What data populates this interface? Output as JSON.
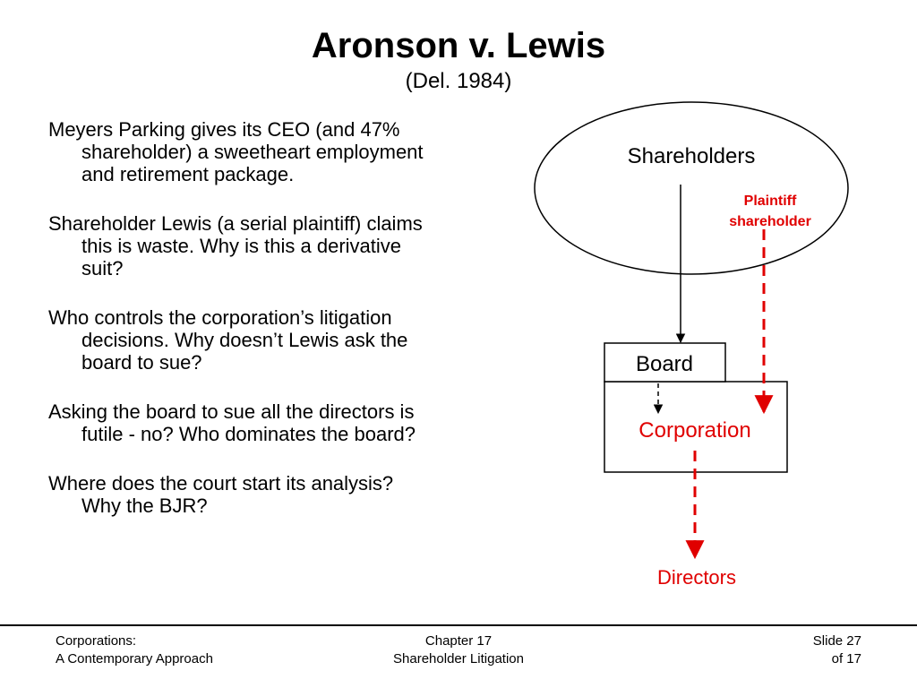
{
  "slide": {
    "title": "Aronson v. Lewis",
    "subtitle": "(Del. 1984)"
  },
  "bullets": [
    "Meyers Parking gives its CEO (and 47% shareholder) a sweetheart employment and retirement package.",
    "Shareholder Lewis (a serial plaintiff) claims this is waste.  Why is this a derivative suit?",
    "Who controls the corporation’s litigation decisions.  Why doesn’t Lewis ask the board to sue?",
    "Asking the board to sue all the directors is futile - no?  Who dominates the board?",
    "Where does the court start its analysis? Why the BJR?"
  ],
  "diagram": {
    "shareholders_label": "Shareholders",
    "plaintiff_line1": "Plaintiff",
    "plaintiff_line2": "shareholder",
    "board_label": "Board",
    "corporation_label": "Corporation",
    "directors_label": "Directors",
    "colors": {
      "red": "#e00000",
      "black": "#000000"
    }
  },
  "footer": {
    "left_line1": "Corporations:",
    "left_line2": "A Contemporary Approach",
    "center_line1": "Chapter 17",
    "center_line2": "Shareholder Litigation",
    "right_line1": "Slide 27",
    "right_line2": "of 17"
  }
}
